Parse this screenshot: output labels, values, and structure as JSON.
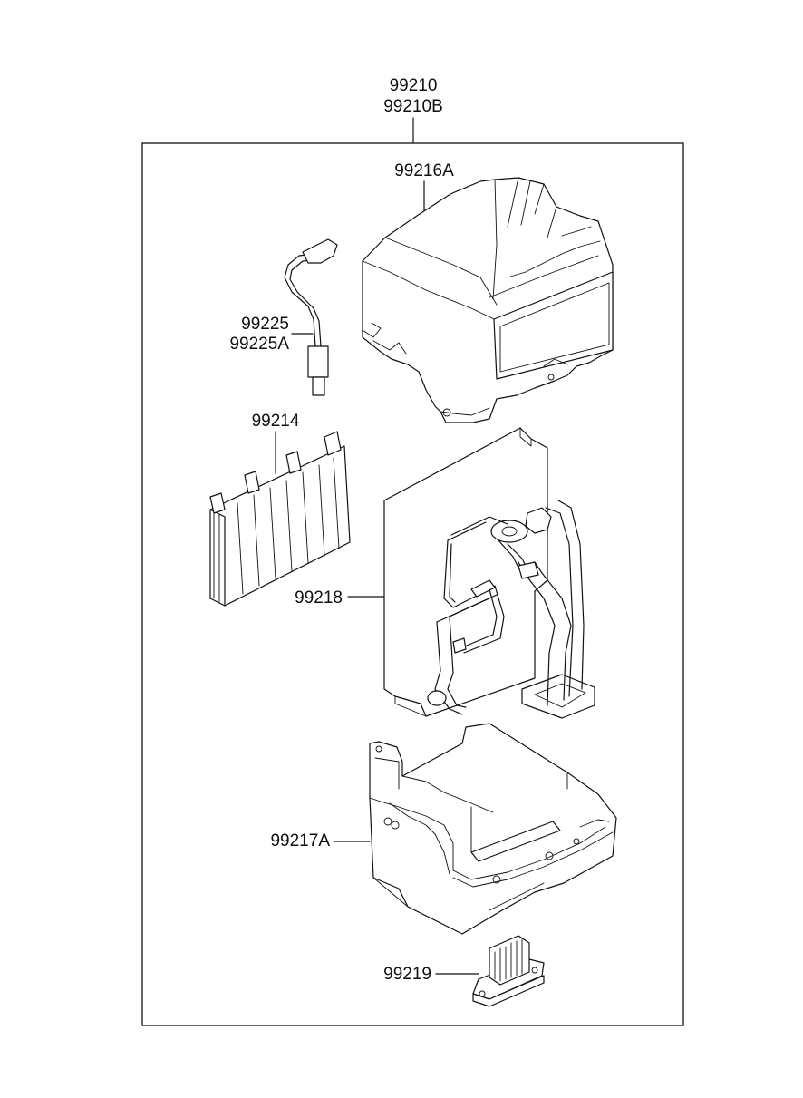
{
  "diagram": {
    "assembly_labels": [
      "99210",
      "99210B"
    ],
    "parts": {
      "housing_upper": "99216A",
      "sensor_a": "99225",
      "sensor_b": "99225A",
      "filter": "99214",
      "evaporator": "99218",
      "housing_lower": "99217A",
      "resistor": "99219"
    }
  }
}
